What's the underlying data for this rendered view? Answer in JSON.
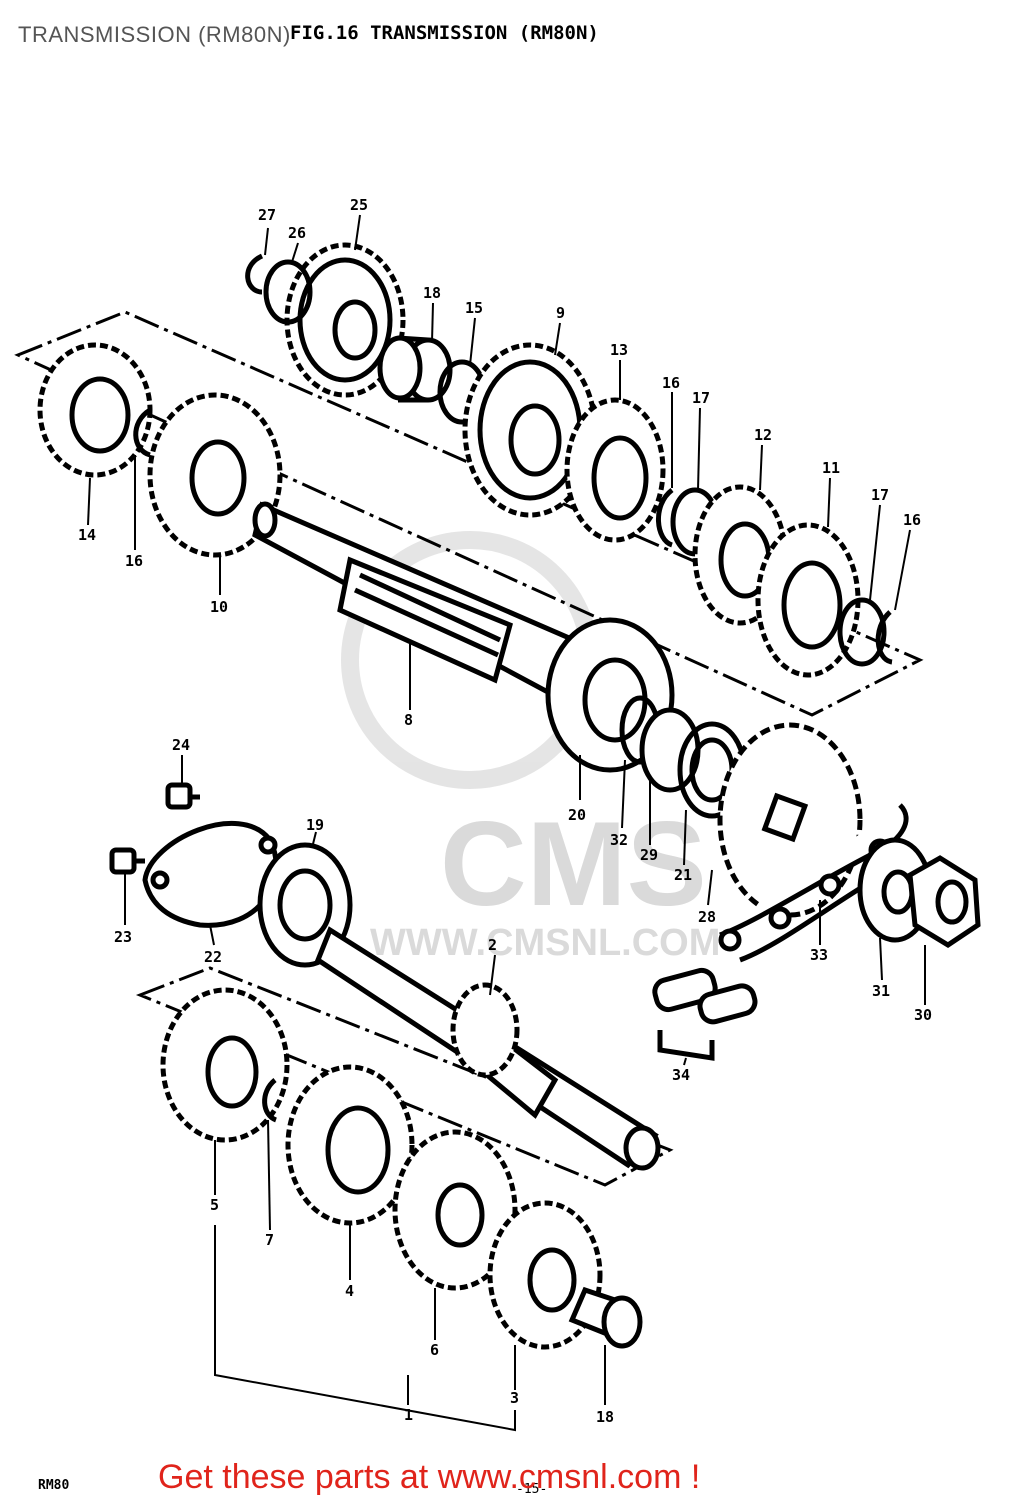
{
  "page_title": "TRANSMISSION (RM80N)",
  "figure_title": "FIG.16  TRANSMISSION (RM80N)",
  "watermark": {
    "brand": "CMS",
    "url": "WWW.CMSNL.COM"
  },
  "cta_text": "Get these parts at www.cmsnl.com !",
  "model_code": "RM80",
  "page_number": "-15-",
  "callouts": [
    "27",
    "26",
    "25",
    "18",
    "15",
    "9",
    "13",
    "16",
    "17",
    "12",
    "11",
    "17",
    "16",
    "14",
    "16",
    "10",
    "8",
    "24",
    "19",
    "20",
    "32",
    "29",
    "21",
    "28",
    "23",
    "22",
    "2",
    "33",
    "31",
    "30",
    "34",
    "5",
    "7",
    "4",
    "6",
    "3",
    "1",
    "18"
  ]
}
